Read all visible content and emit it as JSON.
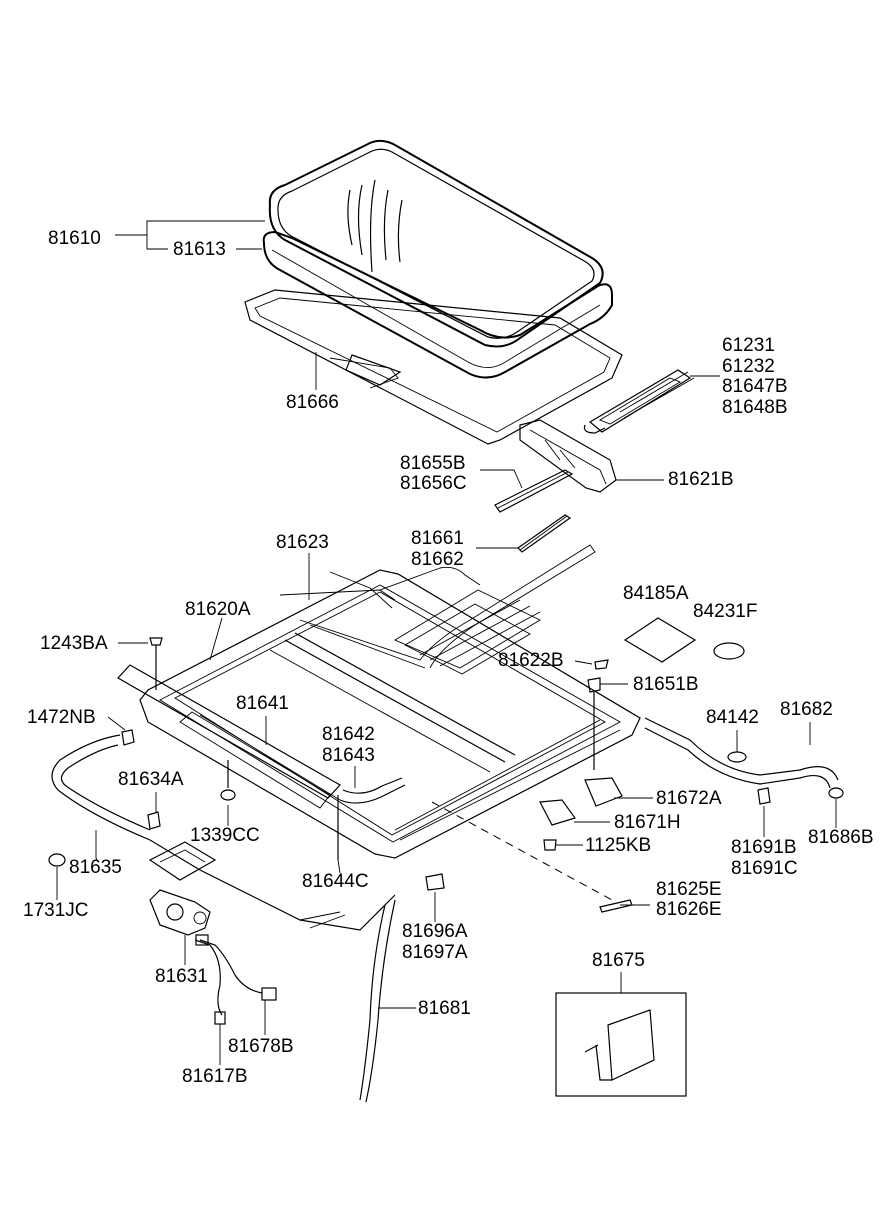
{
  "labels": {
    "p81610": "81610",
    "p81613": "81613",
    "p81666": "81666",
    "p61231": "61231",
    "p61232": "61232",
    "p81647B": "81647B",
    "p81648B": "81648B",
    "p81655B": "81655B",
    "p81656C": "81656C",
    "p81621B": "81621B",
    "p81661": "81661",
    "p81662": "81662",
    "p81623": "81623",
    "p81620A": "81620A",
    "p84185A": "84185A",
    "p84231F": "84231F",
    "p1243BA": "1243BA",
    "p81622B": "81622B",
    "p81651B": "81651B",
    "p81641": "81641",
    "p1472NB": "1472NB",
    "p81642": "81642",
    "p81643": "81643",
    "p84142": "84142",
    "p81682": "81682",
    "p81634A": "81634A",
    "p81672A": "81672A",
    "p1339CC": "1339CC",
    "p81671H": "81671H",
    "p81691B": "81691B",
    "p81691C": "81691C",
    "p81686B": "81686B",
    "p1125KB": "1125KB",
    "p81635": "81635",
    "p81644C": "81644C",
    "p1731JC": "1731JC",
    "p81625E": "81625E",
    "p81626E": "81626E",
    "p81696A": "81696A",
    "p81697A": "81697A",
    "p81675": "81675",
    "p81631": "81631",
    "p81681": "81681",
    "p81678B": "81678B",
    "p81617B": "81617B"
  }
}
